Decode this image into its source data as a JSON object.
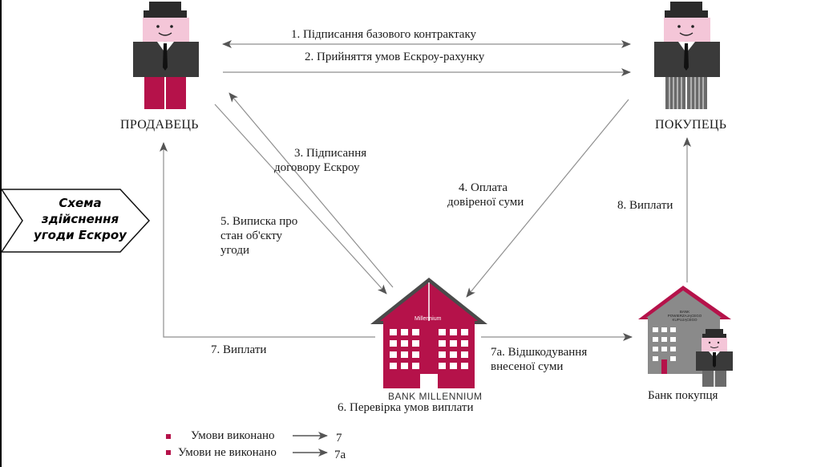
{
  "title": "Схема здійснення угоди Ескроу",
  "parties": {
    "seller": "ПРОДАВЕЦЬ",
    "buyer": "ПОКУПЕЦЬ",
    "bank_main_caption": "BANK MILLENNIUM",
    "bank_main_sign": "Millennium",
    "bank_buyer_label": "Банк покупця",
    "bank_buyer_sign": "BANK POWIERZAJĄCEGO KUPUJĄCEGO"
  },
  "steps": {
    "s1": "1. Підписання базового контрактаку",
    "s2": "2. Прийняття умов Ескроу-рахунку",
    "s3": [
      "3. Підписання",
      "договору Ескроу"
    ],
    "s4": [
      "4. Оплата",
      "довіреної суми"
    ],
    "s5": [
      "5. Виписка про",
      "стан об'єкту",
      "угоди"
    ],
    "s6": "6. Перевірка умов виплати",
    "s7": "7. Виплати",
    "s7a": [
      "7а. Відшкодування",
      "внесеної суми"
    ],
    "s8": "8. Виплати"
  },
  "legend": {
    "met": "Умови виконано",
    "met_target": "7",
    "not_met": "Умови не виконано",
    "not_met_target": "7а"
  },
  "colors": {
    "accent": "#b5124a",
    "arrow": "#8f8f8f",
    "suit": "#3a3a3a",
    "face": "#f4c6d8",
    "bank_gray": "#8a8a8a"
  }
}
